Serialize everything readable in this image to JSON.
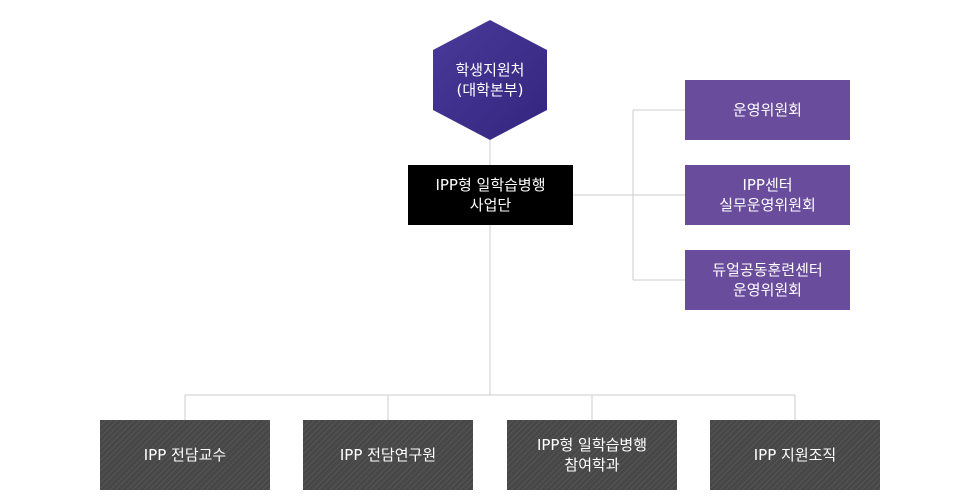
{
  "org_chart": {
    "top": {
      "line1": "학생지원처",
      "line2": "(대학본부)",
      "color": "#3d2f8f"
    },
    "center": {
      "line1": "IPP형 일학습병행",
      "line2": "사업단"
    },
    "committees": [
      {
        "line1": "운영위원회",
        "line2": ""
      },
      {
        "line1": "IPP센터",
        "line2": "실무운영위원회"
      },
      {
        "line1": "듀얼공동훈련센터",
        "line2": "운영위원회"
      }
    ],
    "units": [
      {
        "line1": "IPP 전담교수",
        "line2": ""
      },
      {
        "line1": "IPP 전담연구원",
        "line2": ""
      },
      {
        "line1": "IPP형 일학습병행",
        "line2": "참여학과"
      },
      {
        "line1": "IPP 지원조직",
        "line2": ""
      }
    ],
    "colors": {
      "committee": "#6a4c9c",
      "unit": "#474747",
      "center": "#000000",
      "connector": "#cccccc"
    }
  }
}
